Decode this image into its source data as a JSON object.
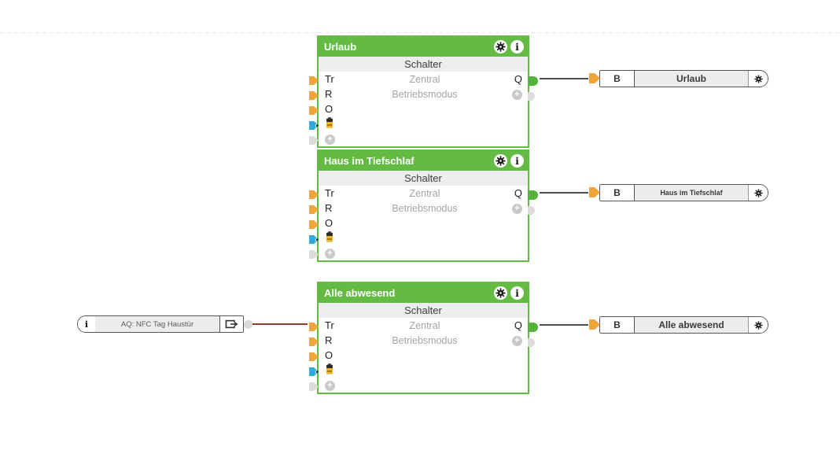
{
  "diagram": {
    "blocks": [
      {
        "title": "Urlaub",
        "type_label": "Schalter",
        "inputs": {
          "tr": "Tr",
          "r": "R",
          "o": "O"
        },
        "params": {
          "row1": "Zentral",
          "row2": "Betriebsmodus"
        },
        "output_q": "Q"
      },
      {
        "title": "Haus im Tiefschlaf",
        "type_label": "Schalter",
        "inputs": {
          "tr": "Tr",
          "r": "R",
          "o": "O"
        },
        "params": {
          "row1": "Zentral",
          "row2": "Betriebsmodus"
        },
        "output_q": "Q"
      },
      {
        "title": "Alle abwesend",
        "type_label": "Schalter",
        "inputs": {
          "tr": "Tr",
          "r": "R",
          "o": "O"
        },
        "params": {
          "row1": "Zentral",
          "row2": "Betriebsmodus"
        },
        "output_q": "Q"
      }
    ],
    "memory_outputs": [
      {
        "type": "B",
        "label": "Urlaub"
      },
      {
        "type": "B",
        "label": "Haus im Tiefschlaf"
      },
      {
        "type": "B",
        "label": "Alle abwesend"
      }
    ],
    "source_ref": {
      "label": "AQ: NFC Tag Haustür"
    },
    "icons": {
      "plus": "+",
      "info": "i",
      "gear": "gear",
      "memory_flag": "battery",
      "export": "box-arrow-right"
    },
    "colors": {
      "block_green": "#63bb44",
      "connector_orange": "#f2a43c",
      "connector_blue": "#2fa9e0",
      "connector_gray": "#dcdcdc",
      "output_pin_green": "#53b23c",
      "wire_dark": "#4d4d4d",
      "wire_red": "#8d3a33",
      "label_gray_bg": "#ececec"
    }
  }
}
